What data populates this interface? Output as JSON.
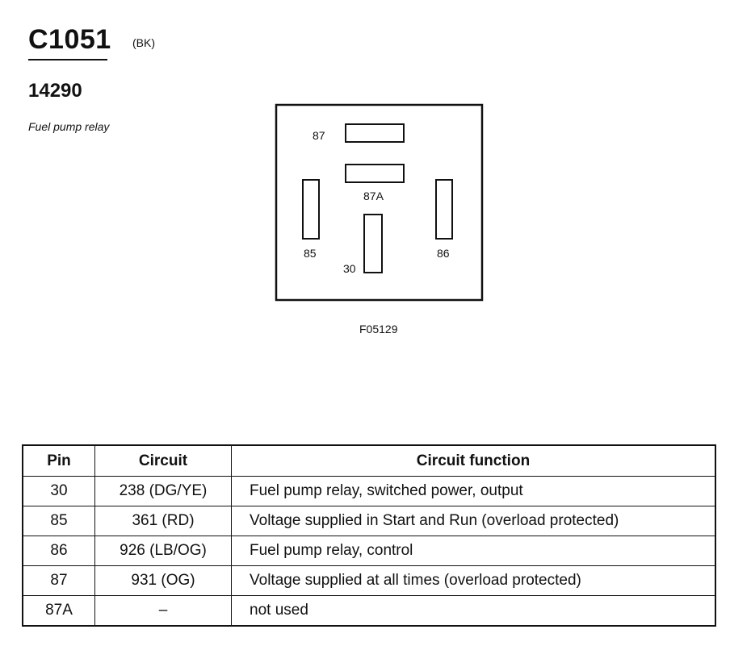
{
  "header": {
    "connector_id": "C1051",
    "connector_color": "(BK)",
    "part_number": "14290",
    "description": "Fuel pump relay"
  },
  "diagram": {
    "pins": [
      {
        "id": "87",
        "label": "87"
      },
      {
        "id": "87A",
        "label": "87A"
      },
      {
        "id": "85",
        "label": "85"
      },
      {
        "id": "30",
        "label": "30"
      },
      {
        "id": "86",
        "label": "86"
      }
    ],
    "figure_id": "F05129"
  },
  "table": {
    "headers": [
      "Pin",
      "Circuit",
      "Circuit function"
    ],
    "rows": [
      {
        "pin": "30",
        "circuit": "238 (DG/YE)",
        "function": "Fuel pump relay, switched power, output"
      },
      {
        "pin": "85",
        "circuit": "361 (RD)",
        "function": "Voltage supplied in Start and Run (overload protected)"
      },
      {
        "pin": "86",
        "circuit": "926 (LB/OG)",
        "function": "Fuel pump relay, control"
      },
      {
        "pin": "87",
        "circuit": "931 (OG)",
        "function": "Voltage supplied at all times (overload protected)"
      },
      {
        "pin": "87A",
        "circuit": "–",
        "function": "not used"
      }
    ]
  }
}
